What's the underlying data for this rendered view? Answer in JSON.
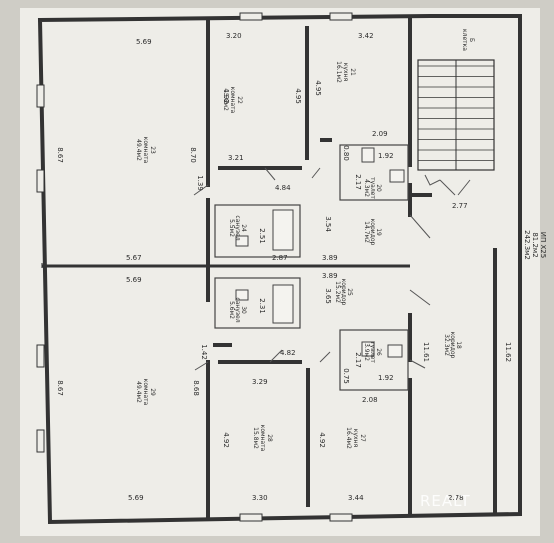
{
  "dims": {
    "r23_top_width": "5.69",
    "r23_left_height": "8.67",
    "r23_right_height": "8.70",
    "r22_top_width": "3.20",
    "r22_left_height": "4.92",
    "r22_right_height": "4.95",
    "r22_bottom_width": "3.21",
    "r21_top_width": "3.42",
    "r21_right_height": "4.95",
    "r20_top_width": "2.09",
    "r20_left_height": "0.80",
    "r20_right_height": "1.92",
    "r20_inner_height": "2.17",
    "corridor_top_width": "4.84",
    "corr_left_height": "1.39",
    "r24_height": "2.51",
    "r24_width": "2.87",
    "corr_upper_height": "3.54",
    "corr_upper_right": "3.89",
    "stair_width": "2.77",
    "mid_left_width": "5.67",
    "mid_left_width2": "5.69",
    "r30_height": "2.31",
    "corr_lower_height": "3.65",
    "corr_lower_right": "3.89",
    "r26_inner_height": "2.17",
    "r26_left_height": "0.75",
    "r26_right_height": "1.92",
    "r26_bottom_width": "2.08",
    "corr18_height": "11.61",
    "stair_right_height": "11.62",
    "r29_left_height": "8.67",
    "r29_right_height": "8.68",
    "r29_bottom_width": "5.69",
    "lower_corr_small": "1.42",
    "lower_corr_width": "4.82",
    "r28_top_width": "3.29",
    "r28_left_height": "4.92",
    "r28_right_height": "4.92",
    "r28_bottom_width": "3.30",
    "r27_bottom_width": "3.44",
    "bottom_right_width": "2.78"
  },
  "rooms": {
    "r23": {
      "num": "23",
      "name": "комната",
      "area": "49.4м2"
    },
    "r22": {
      "num": "22",
      "name": "комната",
      "area": "15.8м2"
    },
    "r21": {
      "num": "21",
      "name": "кухня",
      "area": "16.1м2"
    },
    "r20": {
      "num": "20",
      "name": "туалет",
      "area": "4.3м2"
    },
    "r19": {
      "num": "19",
      "name": "коридор",
      "area": "14.7м2"
    },
    "r24": {
      "num": "24",
      "name": "санузел",
      "area": "5.5м2"
    },
    "r30": {
      "num": "30",
      "name": "санузел",
      "area": "5.6м2"
    },
    "r25": {
      "num": "25",
      "name": "коридор",
      "area": "15.2м2"
    },
    "r26": {
      "num": "26",
      "name": "туалет",
      "area": "3.9м2"
    },
    "r18": {
      "num": "18",
      "name": "коридор",
      "area": "32.3м2"
    },
    "r29": {
      "num": "29",
      "name": "комната",
      "area": "49.4м2"
    },
    "r28": {
      "num": "28",
      "name": "комната",
      "area": "15.8м2"
    },
    "r27": {
      "num": "27",
      "name": "кухня",
      "area": "16.4м2"
    },
    "stair": {
      "num": "Б",
      "name": "клетка"
    }
  },
  "summary": {
    "line1": "ИП Х25",
    "line2": "81.2м2",
    "line3": "242.3м2"
  },
  "watermark": "REALT"
}
